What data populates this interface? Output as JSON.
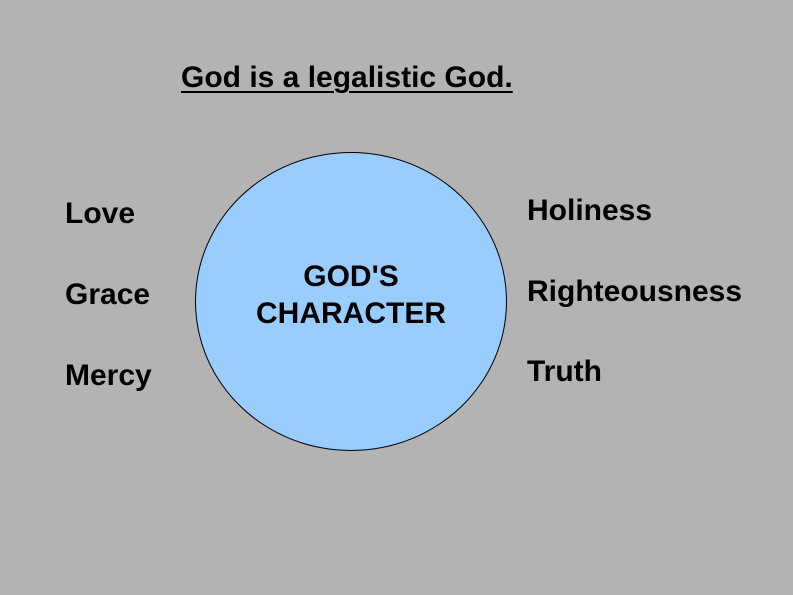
{
  "title": "God is a legalistic God.",
  "center": {
    "line1": "GOD'S",
    "line2": "CHARACTER",
    "fill": "#99ccff"
  },
  "left_attributes": [
    "Love",
    "Grace",
    "Mercy"
  ],
  "right_attributes": [
    "Holiness",
    "Righteousness",
    "Truth"
  ]
}
